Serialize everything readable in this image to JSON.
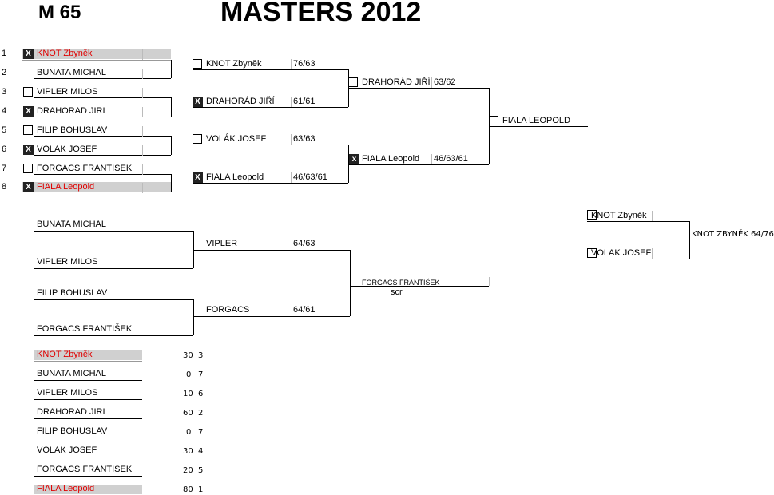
{
  "header": {
    "category": "M 65",
    "title": "MASTERS 2012"
  },
  "draw": [
    {
      "seed": "1",
      "name": "KNOT Zbyněk",
      "mark": "X",
      "highlight": true
    },
    {
      "seed": "2",
      "name": "BUNATA MICHAL",
      "mark": "",
      "highlight": false
    },
    {
      "seed": "3",
      "name": "VIPLER MILOS",
      "mark": "",
      "highlight": false
    },
    {
      "seed": "4",
      "name": "DRAHORAD JIRI",
      "mark": "X",
      "highlight": false
    },
    {
      "seed": "5",
      "name": "FILIP BOHUSLAV",
      "mark": "",
      "highlight": false
    },
    {
      "seed": "6",
      "name": "VOLAK JOSEF",
      "mark": "X",
      "highlight": false
    },
    {
      "seed": "7",
      "name": "FORGACS FRANTISEK",
      "mark": "",
      "highlight": false
    },
    {
      "seed": "8",
      "name": "FIALA Leopold",
      "mark": "X",
      "highlight": true
    }
  ],
  "quarterfinals": [
    {
      "name": "KNOT Zbyněk",
      "score": "76/63",
      "mark": ""
    },
    {
      "name": "DRAHORÁD JIŘÍ",
      "score": "61/61",
      "mark": "X"
    },
    {
      "name": "VOLÁK JOSEF",
      "score": "63/63",
      "mark": ""
    },
    {
      "name": "FIALA Leopold",
      "score": "46/63/61",
      "mark": "X"
    }
  ],
  "semifinals": [
    {
      "name": "DRAHORÁD JIŘÍ",
      "score": "63/62",
      "mark": ""
    },
    {
      "name": "FIALA Leopold",
      "score": "46/63/61",
      "mark": "x"
    }
  ],
  "final": {
    "name": "FIALA LEOPOLD"
  },
  "consolation": {
    "entrants": [
      "BUNATA MICHAL",
      "VIPLER MILOS",
      "FILIP BOHUSLAV",
      "FORGACS FRANTIŠEK"
    ],
    "round1": [
      {
        "name": "VIPLER",
        "score": "64/63"
      },
      {
        "name": "FORGACS",
        "score": "64/61"
      }
    ],
    "final_name": "FORGACS FRANTIŠEK",
    "final_note": "scr"
  },
  "playoff": {
    "players": [
      "KNOT Zbyněk",
      "VOLAK JOSEF"
    ],
    "result": "KNOT ZBYNĚK 64/76"
  },
  "standings": [
    {
      "name": "KNOT Zbyněk",
      "points": "30",
      "rank": "3",
      "highlight": true
    },
    {
      "name": "BUNATA MICHAL",
      "points": "0",
      "rank": "7",
      "highlight": false
    },
    {
      "name": "VIPLER MILOS",
      "points": "10",
      "rank": "6",
      "highlight": false
    },
    {
      "name": "DRAHORAD JIRI",
      "points": "60",
      "rank": "2",
      "highlight": false
    },
    {
      "name": "FILIP BOHUSLAV",
      "points": "0",
      "rank": "7",
      "highlight": false
    },
    {
      "name": "VOLAK JOSEF",
      "points": "30",
      "rank": "4",
      "highlight": false
    },
    {
      "name": "FORGACS FRANTISEK",
      "points": "20",
      "rank": "5",
      "highlight": false
    },
    {
      "name": "FIALA Leopold",
      "points": "80",
      "rank": "1",
      "highlight": true
    }
  ]
}
